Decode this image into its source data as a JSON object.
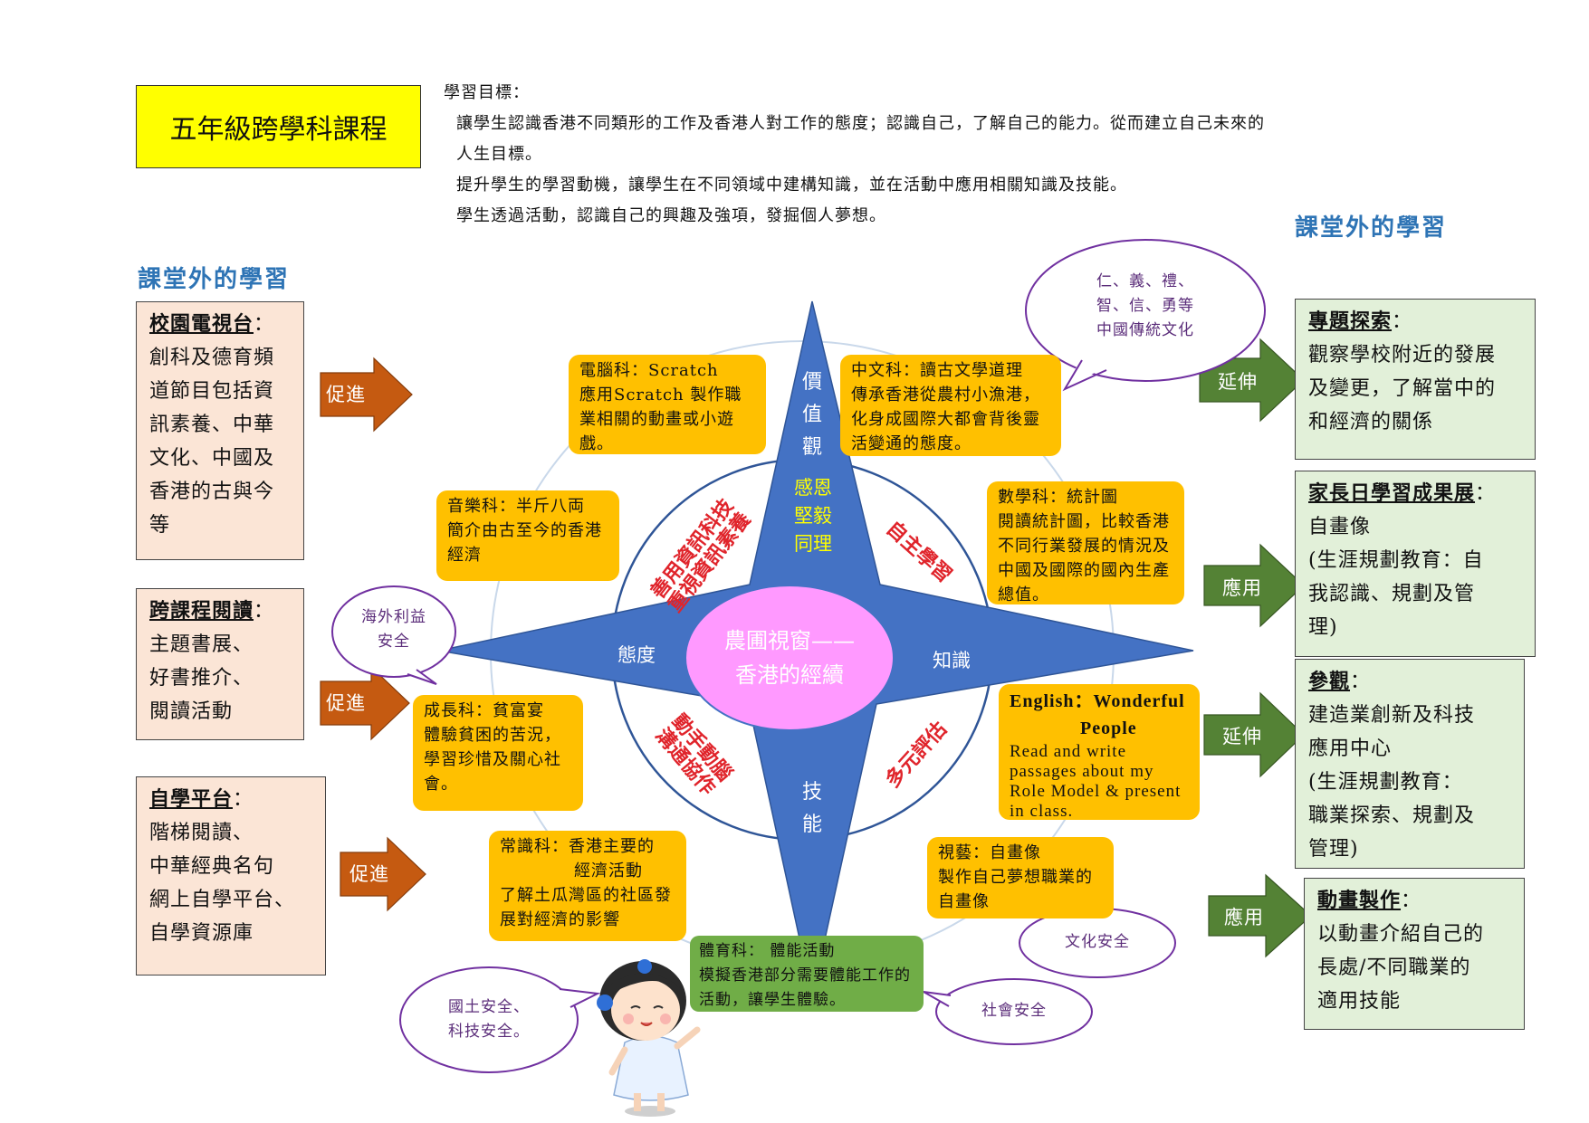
{
  "title": "五年級跨學科課程",
  "goals": {
    "heading": "學習目標：",
    "lines": [
      "讓學生認識香港不同類形的工作及香港人對工作的態度；認識自己，了解自己的能力。從而建立自己未來的",
      "人生目標。",
      "提升學生的學習動機，讓學生在不同領域中建構知識，並在活動中應用相關知識及技能。",
      "學生透過活動，認識自己的興趣及強項，發掘個人夢想。"
    ]
  },
  "left": {
    "heading": "課堂外的學習",
    "boxes": [
      {
        "title": "校園電視台",
        "colon": "：",
        "body": [
          "創科及德育頻",
          "道節目包括資",
          "訊素養、中華",
          "文化、中國及",
          "香港的古與今",
          "等"
        ],
        "arrow": "促進"
      },
      {
        "title": "跨課程閱讀",
        "colon": "：",
        "body": [
          "主題書展、",
          "好書推介、",
          "閱讀活動"
        ],
        "arrow": "促進"
      },
      {
        "title": "自學平台",
        "colon": "：",
        "body": [
          "階梯閱讀、",
          "中華經典名句",
          "網上自學平台、",
          "自學資源庫"
        ],
        "arrow": "促進"
      }
    ]
  },
  "right": {
    "heading": "課堂外的學習",
    "boxes": [
      {
        "title": "專題探索",
        "colon": "：",
        "body": [
          "觀察學校附近的發展",
          "及變更，了解當中的",
          "和經濟的關係"
        ],
        "arrow": "延伸"
      },
      {
        "title": "家長日學習成果展",
        "colon": "：",
        "body": [
          "自畫像",
          "(生涯規劃教育：自",
          "我認識、規劃及管",
          "理)"
        ],
        "arrow": "應用"
      },
      {
        "title": "參觀",
        "colon": "：",
        "body": [
          "建造業創新及科技",
          "應用中心",
          "(生涯規劃教育：",
          "職業探索、規劃及",
          "管理)"
        ],
        "arrow": "延伸"
      },
      {
        "title": "動畫製作",
        "colon": "：",
        "body": [
          "以動畫介紹自己的",
          "長處/不同職業的",
          "適用技能"
        ],
        "arrow": "應用"
      }
    ]
  },
  "subjects": {
    "computer": {
      "title": "電腦科：Scratch",
      "body": "應用Scratch 製作職業相關的動畫或小遊戲。"
    },
    "chinese": {
      "title": "中文科：讀古文學道理",
      "body": "傳承香港從農村小漁港，化身成國際大都會背後靈活變通的態度。"
    },
    "music": {
      "title": "音樂科：半斤八両",
      "body": "簡介由古至今的香港經濟"
    },
    "math": {
      "title": "數學科：統計圖",
      "body": "閱讀統計圖，比較香港不同行業發展的情況及中國及國際的國內生產總值。"
    },
    "growth": {
      "title": "成長科：貧富宴",
      "body": "體驗貧困的苦況，學習珍惜及關心社會。"
    },
    "english": {
      "title1": "English：Wonderful",
      "title2": "People",
      "body": "Read and write passages about my Role Model & present in class."
    },
    "gs": {
      "title1": "常識科：香港主要的",
      "title2": "經濟活動",
      "body": "了解土瓜灣區的社區發展對經濟的影響"
    },
    "va": {
      "title": "視藝：自畫像",
      "body": "製作自己夢想職業的自畫像"
    },
    "pe": {
      "title": "體育科：       體能活動",
      "body": "模擬香港部分需要體能工作的活動，讓學生體驗。"
    }
  },
  "star": {
    "center": [
      "農圃視窗——",
      "香港的經續"
    ],
    "top": "價值觀",
    "top_values": [
      "感恩",
      "堅毅",
      "同理"
    ],
    "left": "態度",
    "right": "知識",
    "bottom": "技能",
    "arc_top_left": [
      "善用資訊科技",
      "重視資訊素養"
    ],
    "arc_top_right": "自主學習",
    "arc_bottom_left": [
      "動手動腦",
      "溝通協作"
    ],
    "arc_bottom_right": "多元評估"
  },
  "bubbles": {
    "values": [
      "仁、義、禮、",
      "智、信、勇等",
      "中國傳統文化"
    ],
    "overseas": [
      "海外利益",
      "安全"
    ],
    "national": [
      "國土安全、",
      "科技安全。"
    ],
    "culture": "文化安全",
    "social": "社會安全"
  },
  "colors": {
    "star_blue": "#4472c4",
    "center_pink": "#ff99ff",
    "arrow_orange": "#c55a11",
    "arrow_green": "#548235",
    "box_orange": "#ffc000",
    "box_green": "#70ad47",
    "heading_blue": "#2e74b5",
    "bubble_purple": "#7030a0",
    "red_text": "#e0242b"
  }
}
